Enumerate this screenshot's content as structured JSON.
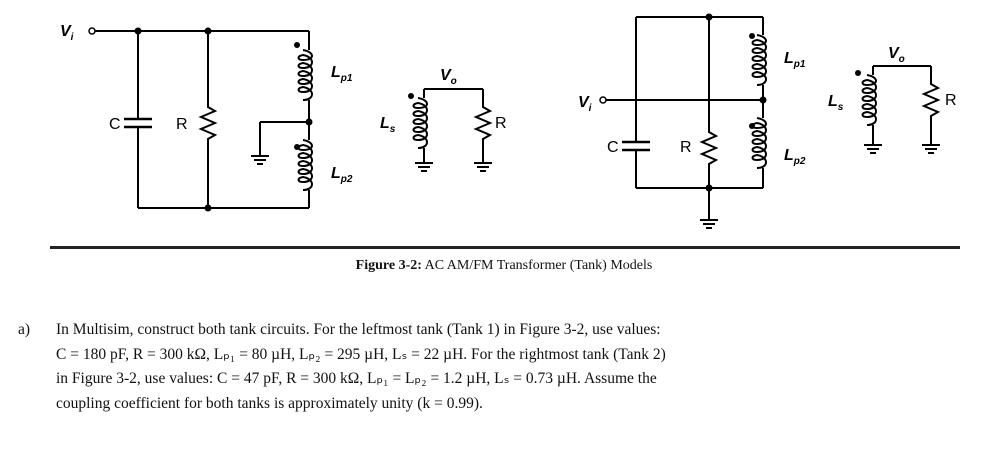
{
  "diagram": {
    "tank1": {
      "vi": "V",
      "vi_sub": "i",
      "c": "C",
      "r": "R",
      "lp1": "L",
      "lp1_sub": "p1",
      "lp2": "L",
      "lp2_sub": "p2",
      "vo": "V",
      "vo_sub": "o",
      "ls": "L",
      "ls_sub": "s",
      "r2": "R"
    },
    "tank2": {
      "vi": "V",
      "vi_sub": "i",
      "c": "C",
      "r": "R",
      "lp1": "L",
      "lp1_sub": "p1",
      "lp2": "L",
      "lp2_sub": "p2",
      "vo": "V",
      "vo_sub": "o",
      "ls": "L",
      "ls_sub": "s",
      "r2": "R"
    }
  },
  "caption": {
    "figure_label": "Figure 3-2:",
    "text": " AC AM/FM Transformer (Tank) Models"
  },
  "question": {
    "marker": "a)",
    "lines": [
      "In Multisim, construct both tank circuits. For the leftmost tank (Tank 1) in Figure 3-2, use values:",
      "C = 180 pF, R = 300 kΩ, Lₚ₁ = 80 µH, Lₚ₂ = 295 µH, Lₛ = 22 µH. For the rightmost tank (Tank 2)",
      "in Figure 3-2, use values: C = 47 pF, R = 300 kΩ, Lₚ₁ = Lₚ₂ = 1.2 µH, Lₛ = 0.73 µH. Assume the",
      "coupling coefficient for both tanks is approximately unity (k = 0.99)."
    ]
  }
}
